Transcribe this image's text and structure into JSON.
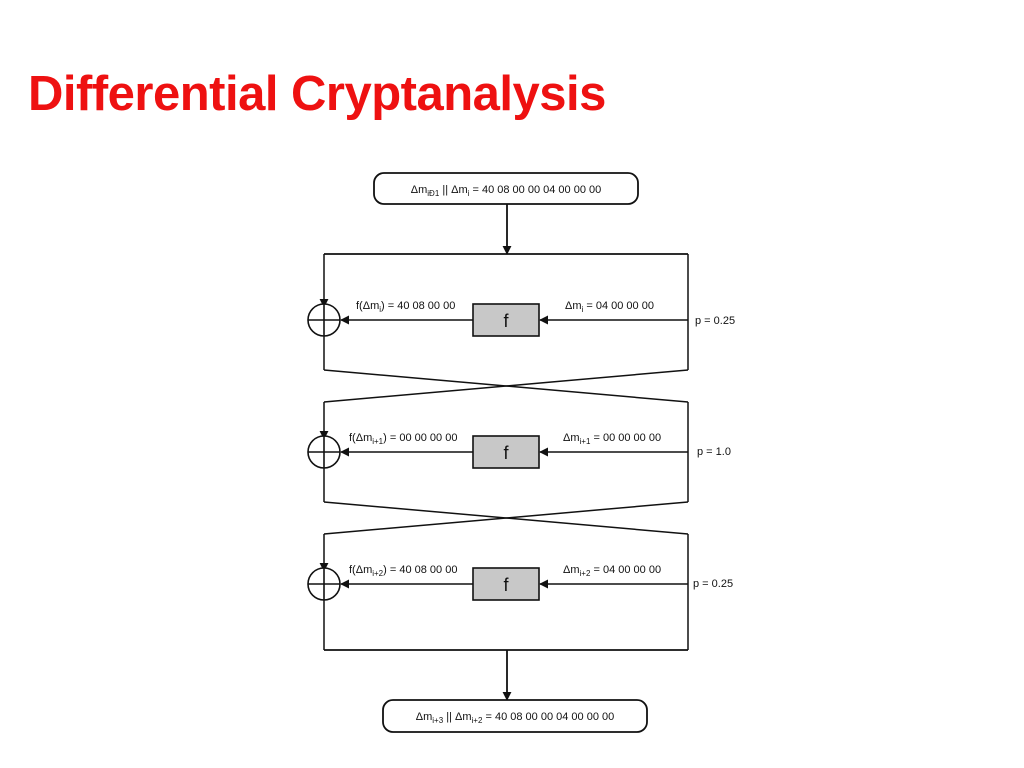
{
  "slide": {
    "title": "Differential Cryptanalysis"
  },
  "colors": {
    "title": "#ee1111",
    "stroke": "#111111",
    "f_box_fill": "#c8c8c8"
  },
  "diagram": {
    "input": {
      "delta": "Δm",
      "sub1": "iÐ1",
      "mid": " || Δm",
      "sub2": "i",
      "rest": " = 40 08 00 00 04 00 00 00"
    },
    "output": {
      "delta": "Δm",
      "sub1": "i+3",
      "mid": " || Δm",
      "sub2": "i+2",
      "rest": " = 40 08 00 00 04 00 00 00"
    },
    "rounds": [
      {
        "f_label": "f",
        "f_out_prefix": "f(Δm",
        "f_out_sub": "i",
        "f_out_suffix": ") = 40 08 00 00",
        "in_prefix": "Δm",
        "in_sub": "i",
        "in_suffix": " = 04 00 00 00",
        "prob": "p = 0.25"
      },
      {
        "f_label": "f",
        "f_out_prefix": "f(Δm",
        "f_out_sub": "i+1",
        "f_out_suffix": ") = 00 00 00 00",
        "in_prefix": "Δm",
        "in_sub": "i+1",
        "in_suffix": " = 00 00 00 00",
        "prob": "p = 1.0"
      },
      {
        "f_label": "f",
        "f_out_prefix": "f(Δm",
        "f_out_sub": "i+2",
        "f_out_suffix": ") = 40 08 00 00",
        "in_prefix": "Δm",
        "in_sub": "i+2",
        "in_suffix": " = 04 00 00 00",
        "prob": "p = 0.25"
      }
    ]
  }
}
